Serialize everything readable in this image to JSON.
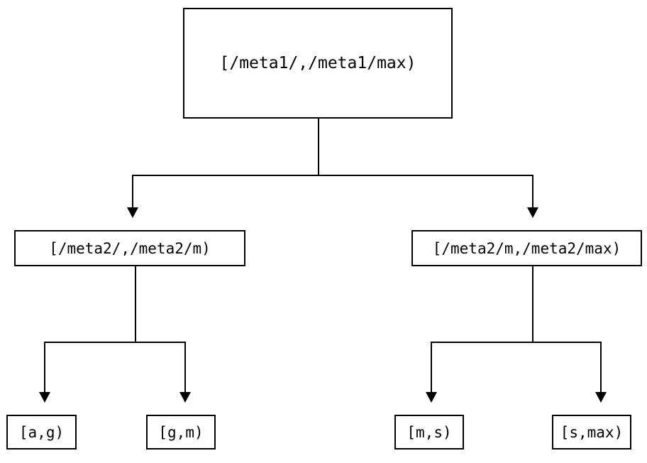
{
  "diagram": {
    "type": "tree",
    "orientation": "top-down",
    "background_color": "#ffffff",
    "line_color": "#000000",
    "levels": 3,
    "nodes": {
      "root": {
        "label": "[/meta1/,/meta1/max)"
      },
      "mid_left": {
        "label": "[/meta2/,/meta2/m)"
      },
      "mid_right": {
        "label": "[/meta2/m,/meta2/max)"
      },
      "leaf_1": {
        "label": "[a,g)"
      },
      "leaf_2": {
        "label": "[g,m)"
      },
      "leaf_3": {
        "label": "[m,s)"
      },
      "leaf_4": {
        "label": "[s,max)"
      }
    },
    "edges": [
      {
        "from": "root",
        "to": "mid_left",
        "arrow": "down-triangle"
      },
      {
        "from": "root",
        "to": "mid_right",
        "arrow": "down-triangle"
      },
      {
        "from": "mid_left",
        "to": "leaf_1",
        "arrow": "down-triangle"
      },
      {
        "from": "mid_left",
        "to": "leaf_2",
        "arrow": "down-triangle"
      },
      {
        "from": "mid_right",
        "to": "leaf_3",
        "arrow": "down-triangle"
      },
      {
        "from": "mid_right",
        "to": "leaf_4",
        "arrow": "down-triangle"
      }
    ]
  }
}
